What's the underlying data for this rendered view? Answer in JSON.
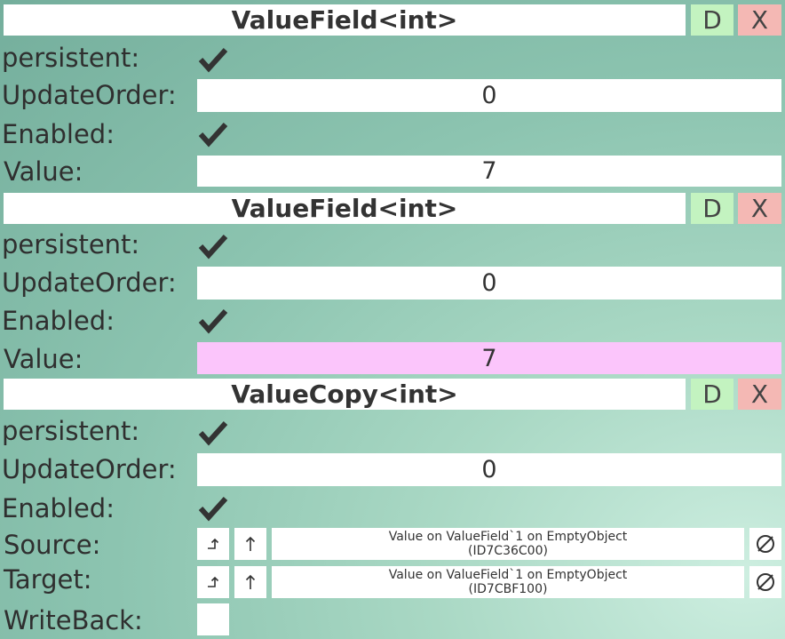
{
  "components": [
    {
      "title": "ValueField<int>",
      "d_label": "D",
      "x_label": "X",
      "persistent_label": "persistent:",
      "updateorder_label": "UpdateOrder:",
      "updateorder_value": "0",
      "enabled_label": "Enabled:",
      "value_label": "Value:",
      "value": "7",
      "persistent_checked": true,
      "enabled_checked": true
    },
    {
      "title": "ValueField<int>",
      "d_label": "D",
      "x_label": "X",
      "persistent_label": "persistent:",
      "updateorder_label": "UpdateOrder:",
      "updateorder_value": "0",
      "enabled_label": "Enabled:",
      "value_label": "Value:",
      "value": "7",
      "value_highlight_color": "#fbc5fb",
      "persistent_checked": true,
      "enabled_checked": true
    },
    {
      "title": "ValueCopy<int>",
      "d_label": "D",
      "x_label": "X",
      "persistent_label": "persistent:",
      "updateorder_label": "UpdateOrder:",
      "updateorder_value": "0",
      "enabled_label": "Enabled:",
      "source_label": "Source:",
      "source_line1": "Value on ValueField`1 on EmptyObject",
      "source_line2": "(ID7C36C00)",
      "target_label": "Target:",
      "target_line1": "Value on ValueField`1 on EmptyObject",
      "target_line2": "(ID7CBF100)",
      "writeback_label": "WriteBack:",
      "persistent_checked": true,
      "enabled_checked": true,
      "writeback_checked": false
    }
  ],
  "icons": {
    "check": "checkmark-icon",
    "jump": "jump-to-icon",
    "up": "up-arrow-icon",
    "null": "null-icon"
  },
  "colors": {
    "d_button": "#c3f3c0",
    "x_button": "#f4b8b4",
    "field": "#ffffff"
  }
}
